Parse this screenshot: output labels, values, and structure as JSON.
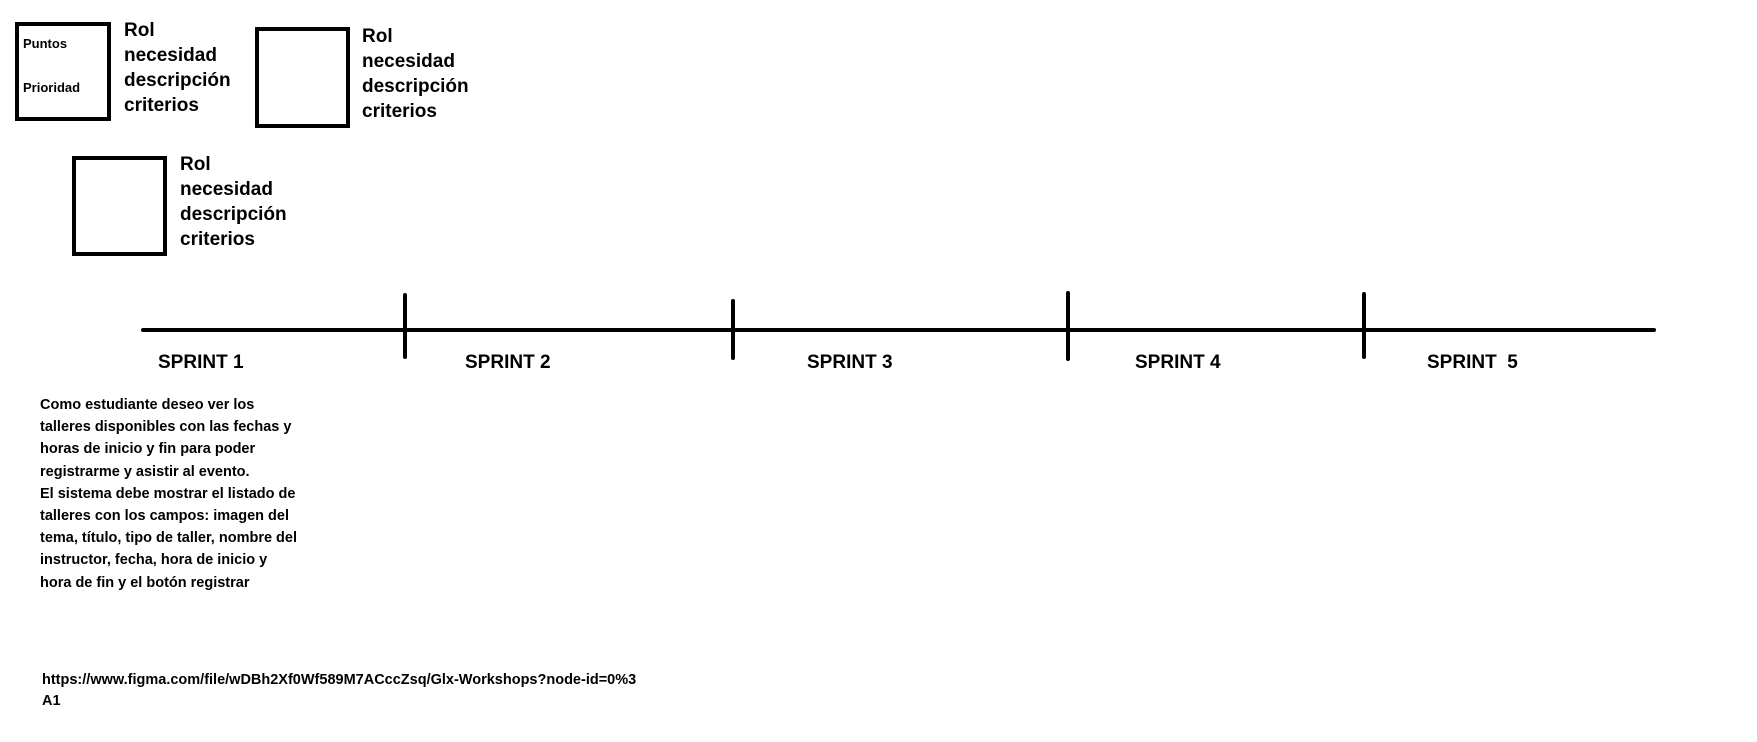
{
  "cards": [
    {
      "box_fields": [
        "Puntos",
        "Prioridad"
      ],
      "lines": [
        "Rol",
        "necesidad",
        "descripción",
        "criterios"
      ]
    },
    {
      "box_fields": [],
      "lines": [
        "Rol",
        "necesidad",
        "descripción",
        "criterios"
      ]
    },
    {
      "box_fields": [],
      "lines": [
        "Rol",
        "necesidad",
        "descripción",
        "criterios"
      ]
    }
  ],
  "sprints": [
    "SPRINT 1",
    "SPRINT 2",
    "SPRINT 3",
    "SPRINT 4",
    "SPRINT  5"
  ],
  "story": {
    "paragraph_1": "Como estudiante deseo ver los talleres disponibles con las fechas y horas de inicio y fin para poder registrarme y asistir al evento.",
    "paragraph_2": "El sistema debe mostrar el listado de talleres con los campos: imagen del tema, título, tipo de taller, nombre del instructor, fecha, hora de inicio y hora de fin y el botón registrar"
  },
  "link": "https://www.figma.com/file/wDBh2Xf0Wf589M7ACccZsq/Glx-Workshops?node-id=0%3A1"
}
